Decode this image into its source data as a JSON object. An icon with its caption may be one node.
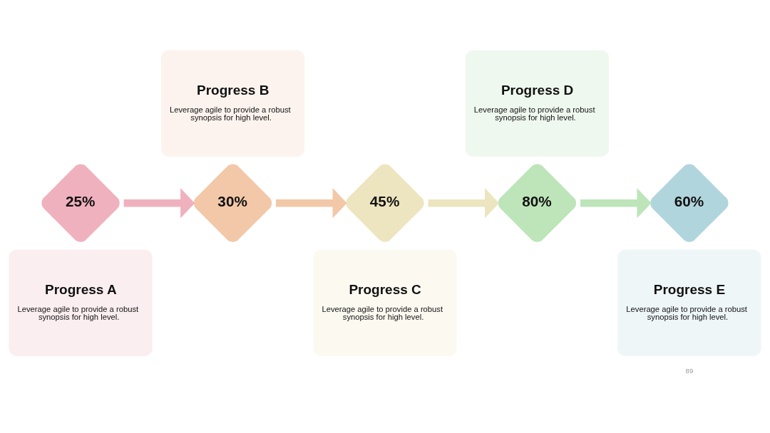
{
  "diagram": {
    "nodes": [
      {
        "text": [
          "Progress A",
          "Leverage agile to provide a robust synopsis for high level."
        ]
      },
      {
        "text": [
          "25%"
        ]
      },
      {
        "text": [
          "Progress B",
          "Leverage agile to provide a robust synopsis for high level."
        ]
      },
      {
        "text": [
          "30%"
        ]
      },
      {
        "text": [
          "Progress C",
          "Leverage agile to provide a robust synopsis for high level."
        ]
      },
      {
        "text": [
          "45%"
        ]
      },
      {
        "text": [
          "Progress D",
          "Leverage agile to provide a robust synopsis for high level."
        ]
      },
      {
        "text": [
          "80%"
        ]
      },
      {
        "text": [
          "Progress E",
          "Leverage agile to provide a robust synopsis for high level."
        ]
      },
      {
        "text": [
          "60%"
        ]
      }
    ],
    "edges": [
      {
        "from": 1,
        "to": 3,
        "arrow": "to",
        "color": "#f0b1be"
      },
      {
        "from": 3,
        "to": 5,
        "arrow": "to",
        "color": "#f2c8a8"
      },
      {
        "from": 5,
        "to": 7,
        "arrow": "to",
        "color": "#ede5bf"
      },
      {
        "from": 7,
        "to": 9,
        "arrow": "to",
        "color": "#bde5b9"
      }
    ],
    "labels": [
      "89"
    ]
  }
}
